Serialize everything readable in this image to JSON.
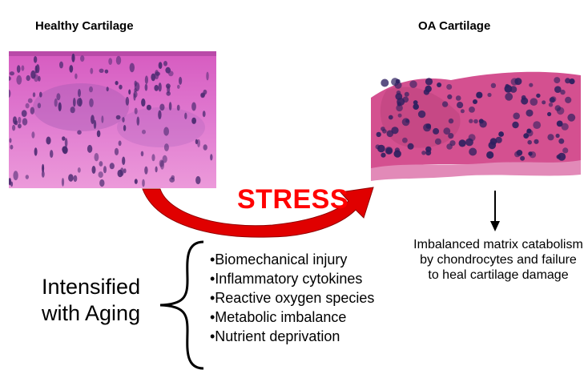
{
  "panels": {
    "healthy": {
      "title": "Healthy Cartilage",
      "image": "healthy-cartilage-histology"
    },
    "oa": {
      "title": "OA Cartilage",
      "image": "oa-cartilage-histology"
    }
  },
  "stress_label": "STRESS",
  "aging_label": "Intensified with Aging",
  "factors": [
    "•Biomechanical injury",
    "•Inflammatory cytokines",
    "•Reactive oxygen species",
    "•Metabolic imbalance",
    "•Nutrient deprivation"
  ],
  "outcome": "Imbalanced matrix catabolism by chondrocytes and failure to heal cartilage damage",
  "colors": {
    "arrow": "#e00000",
    "stress_text": "#ff0000",
    "tissue_pink": "#e070c8",
    "nuclei": "#3a2a70"
  }
}
